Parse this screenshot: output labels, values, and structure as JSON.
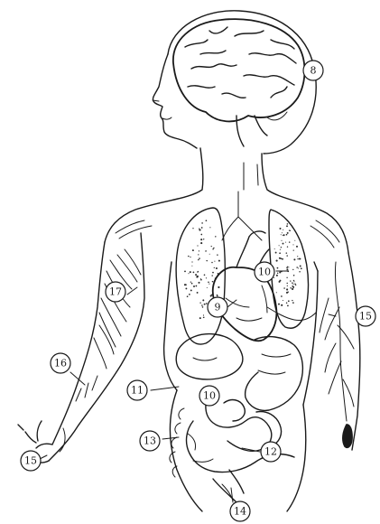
{
  "labels": [
    {
      "id": "brain",
      "text": "8"
    },
    {
      "id": "heart",
      "text": "9"
    },
    {
      "id": "lung",
      "text": "10"
    },
    {
      "id": "liver",
      "text": "11"
    },
    {
      "id": "stomach",
      "text": "10"
    },
    {
      "id": "small-intestine",
      "text": "12"
    },
    {
      "id": "large-intestine",
      "text": "13"
    },
    {
      "id": "rectum",
      "text": "14"
    },
    {
      "id": "left-arm-veins",
      "text": "15"
    },
    {
      "id": "right-hand",
      "text": "15"
    },
    {
      "id": "forearm",
      "text": "16"
    },
    {
      "id": "upper-arm-muscle",
      "text": "17"
    }
  ],
  "colors": {
    "ink": "#1a1a1a",
    "paper": "#ffffff"
  }
}
